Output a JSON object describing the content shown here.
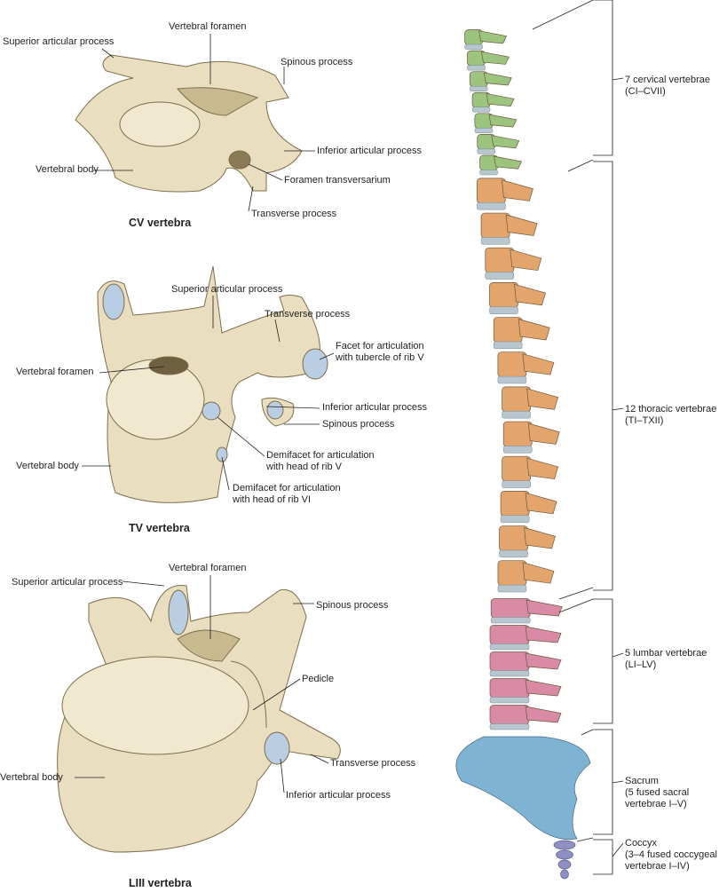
{
  "cv": {
    "title": "CV vertebra",
    "labels": {
      "superior_articular": "Superior articular process",
      "vertebral_foramen": "Vertebral foramen",
      "spinous": "Spinous process",
      "inferior_articular": "Inferior articular process",
      "vertebral_body": "Vertebral body",
      "foramen_transversarium": "Foramen transversarium",
      "transverse": "Transverse process"
    }
  },
  "tv": {
    "title": "TV vertebra",
    "labels": {
      "superior_articular": "Superior articular process",
      "transverse": "Transverse process",
      "facet_tubercle": "Facet for articulation\nwith tubercle of rib V",
      "vertebral_foramen": "Vertebral foramen",
      "inferior_articular": "Inferior articular process",
      "spinous": "Spinous process",
      "demifacet_v": "Demifacet for articulation\nwith head of rib V",
      "vertebral_body": "Vertebral body",
      "demifacet_vi": "Demifacet for articulation\nwith head of rib VI"
    }
  },
  "l3": {
    "title": "LIII vertebra",
    "labels": {
      "superior_articular": "Superior articular process",
      "vertebral_foramen": "Vertebral foramen",
      "spinous": "Spinous process",
      "pedicle": "Pedicle",
      "transverse": "Transverse process",
      "vertebral_body": "Vertebral body",
      "inferior_articular": "Inferior articular process"
    }
  },
  "column": {
    "regions": [
      {
        "label": "7 cervical vertebrae\n(CI–CVII)",
        "count": 7,
        "color": "#9cc47f"
      },
      {
        "label": "12 thoracic vertebrae\n(TI–TXII)",
        "count": 12,
        "color": "#e3a56b"
      },
      {
        "label": "5 lumbar vertebrae\n(LI–LV)",
        "count": 5,
        "color": "#d98aa5"
      },
      {
        "label": "Sacrum\n(5 fused sacral\nvertebrae I–V)",
        "count": 5,
        "color": "#7fb3d3"
      },
      {
        "label": "Coccyx\n(3–4 fused coccygeal\nvertebrae I–IV)",
        "count": 4,
        "color": "#8f8fc4"
      }
    ]
  },
  "colors": {
    "bone": "#e9dfc0",
    "bone_stroke": "#7d6e4c",
    "cartilage": "#b9cde3",
    "disc": "#b7c6cf"
  }
}
